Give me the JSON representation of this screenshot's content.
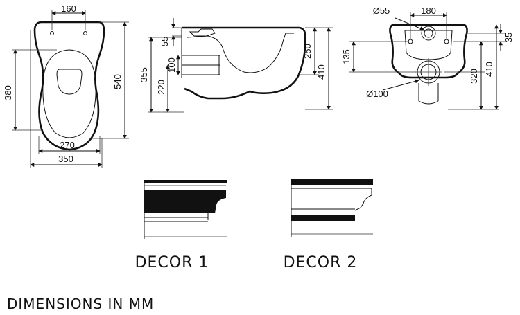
{
  "drawing": {
    "top_view": {
      "hole_spacing": "160",
      "inner_seat_width": "270",
      "overall_width": "350",
      "seat_length": "380",
      "overall_length": "540"
    },
    "side_view": {
      "dim_55": "55",
      "dim_100": "100",
      "dim_220": "220",
      "dim_355": "355",
      "dim_250": "250",
      "dim_410": "410"
    },
    "front_view": {
      "pipe_55": "Ø55",
      "fixing_180": "180",
      "dim_35": "35",
      "dim_135": "135",
      "pipe_100": "Ø100",
      "dim_320": "320",
      "dim_410": "410"
    }
  },
  "decors": [
    {
      "label": "DECOR 1"
    },
    {
      "label": "DECOR 2"
    }
  ],
  "footer": {
    "text": "DIMENSIONS IN MM"
  }
}
